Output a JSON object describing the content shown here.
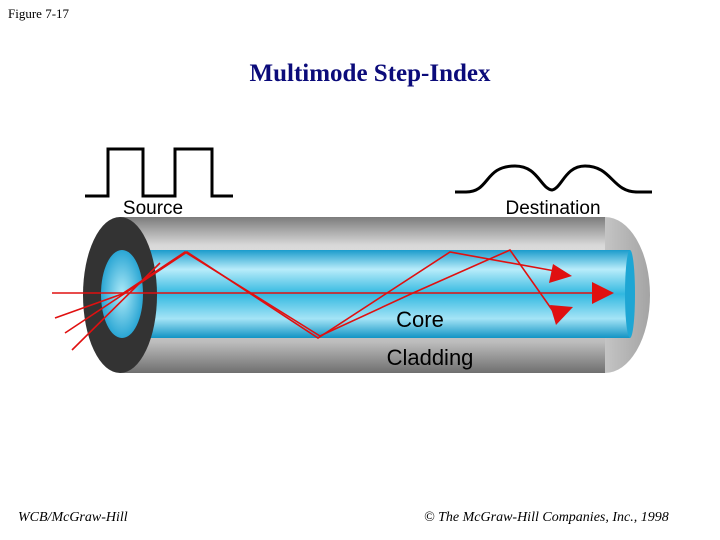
{
  "header": {
    "figure_label": "Figure 7-17",
    "title": "Multimode Step-Index"
  },
  "diagram": {
    "source_label": "Source",
    "destination_label": "Destination",
    "core_label": "Core",
    "cladding_label": "Cladding",
    "colors": {
      "ray": "#e01010",
      "core": "#38bde0",
      "cladding": "#a0a0a0",
      "end_ring": "#333333",
      "title": "#0b0b7a"
    }
  },
  "footer": {
    "left": "WCB/McGraw-Hill",
    "right_symbol": "©",
    "right": "The McGraw-Hill Companies, Inc., 1998"
  }
}
